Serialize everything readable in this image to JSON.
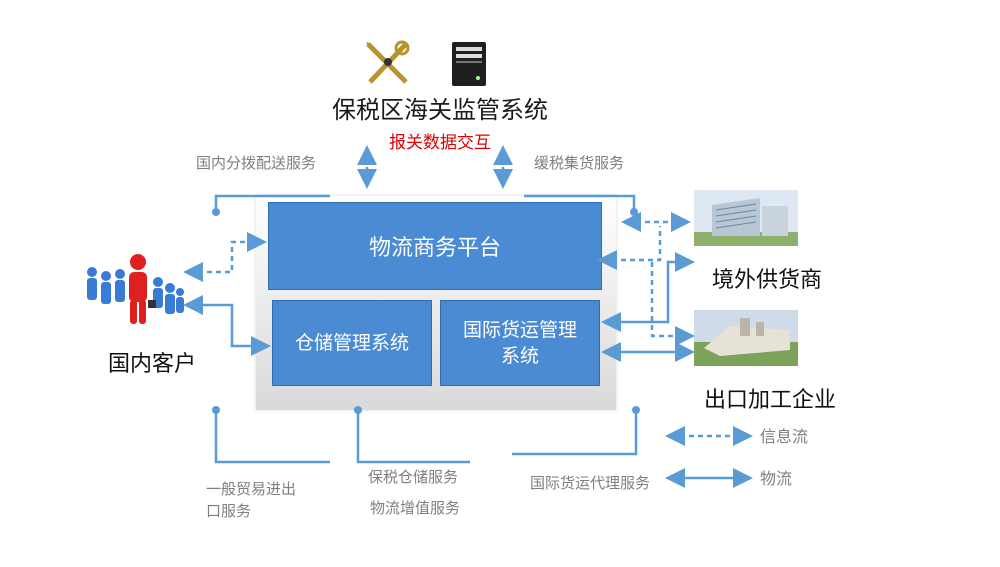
{
  "title": "保税区海关监管系统",
  "subtitle": "报关数据交互",
  "platform": "物流商务平台",
  "warehouse": "仓储管理系统",
  "freight": "国际货运管理系统",
  "domestic_customer": "国内客户",
  "overseas_supplier": "境外供货商",
  "export_enterprise": "出口加工企业",
  "services": {
    "domestic_distribution": "国内分拨配送服务",
    "bonded_consolidation": "缓税集货服务",
    "general_trade": "一般贸易进出口服务",
    "bonded_storage": "保税仓储服务",
    "logistics_value_added": "物流增值服务",
    "forwarding_agent": "国际货运代理服务"
  },
  "legend": {
    "info_flow": "信息流",
    "logistics": "物流"
  },
  "icons": {
    "customs": "customs-emblem-icon",
    "server": "server-icon",
    "people": "people-group-icon",
    "building1": "office-building-icon",
    "building2": "factory-complex-icon"
  },
  "colors": {
    "box": "#4a8bd4",
    "arrow": "#5b9bd5",
    "subtitle": "#e00000"
  }
}
